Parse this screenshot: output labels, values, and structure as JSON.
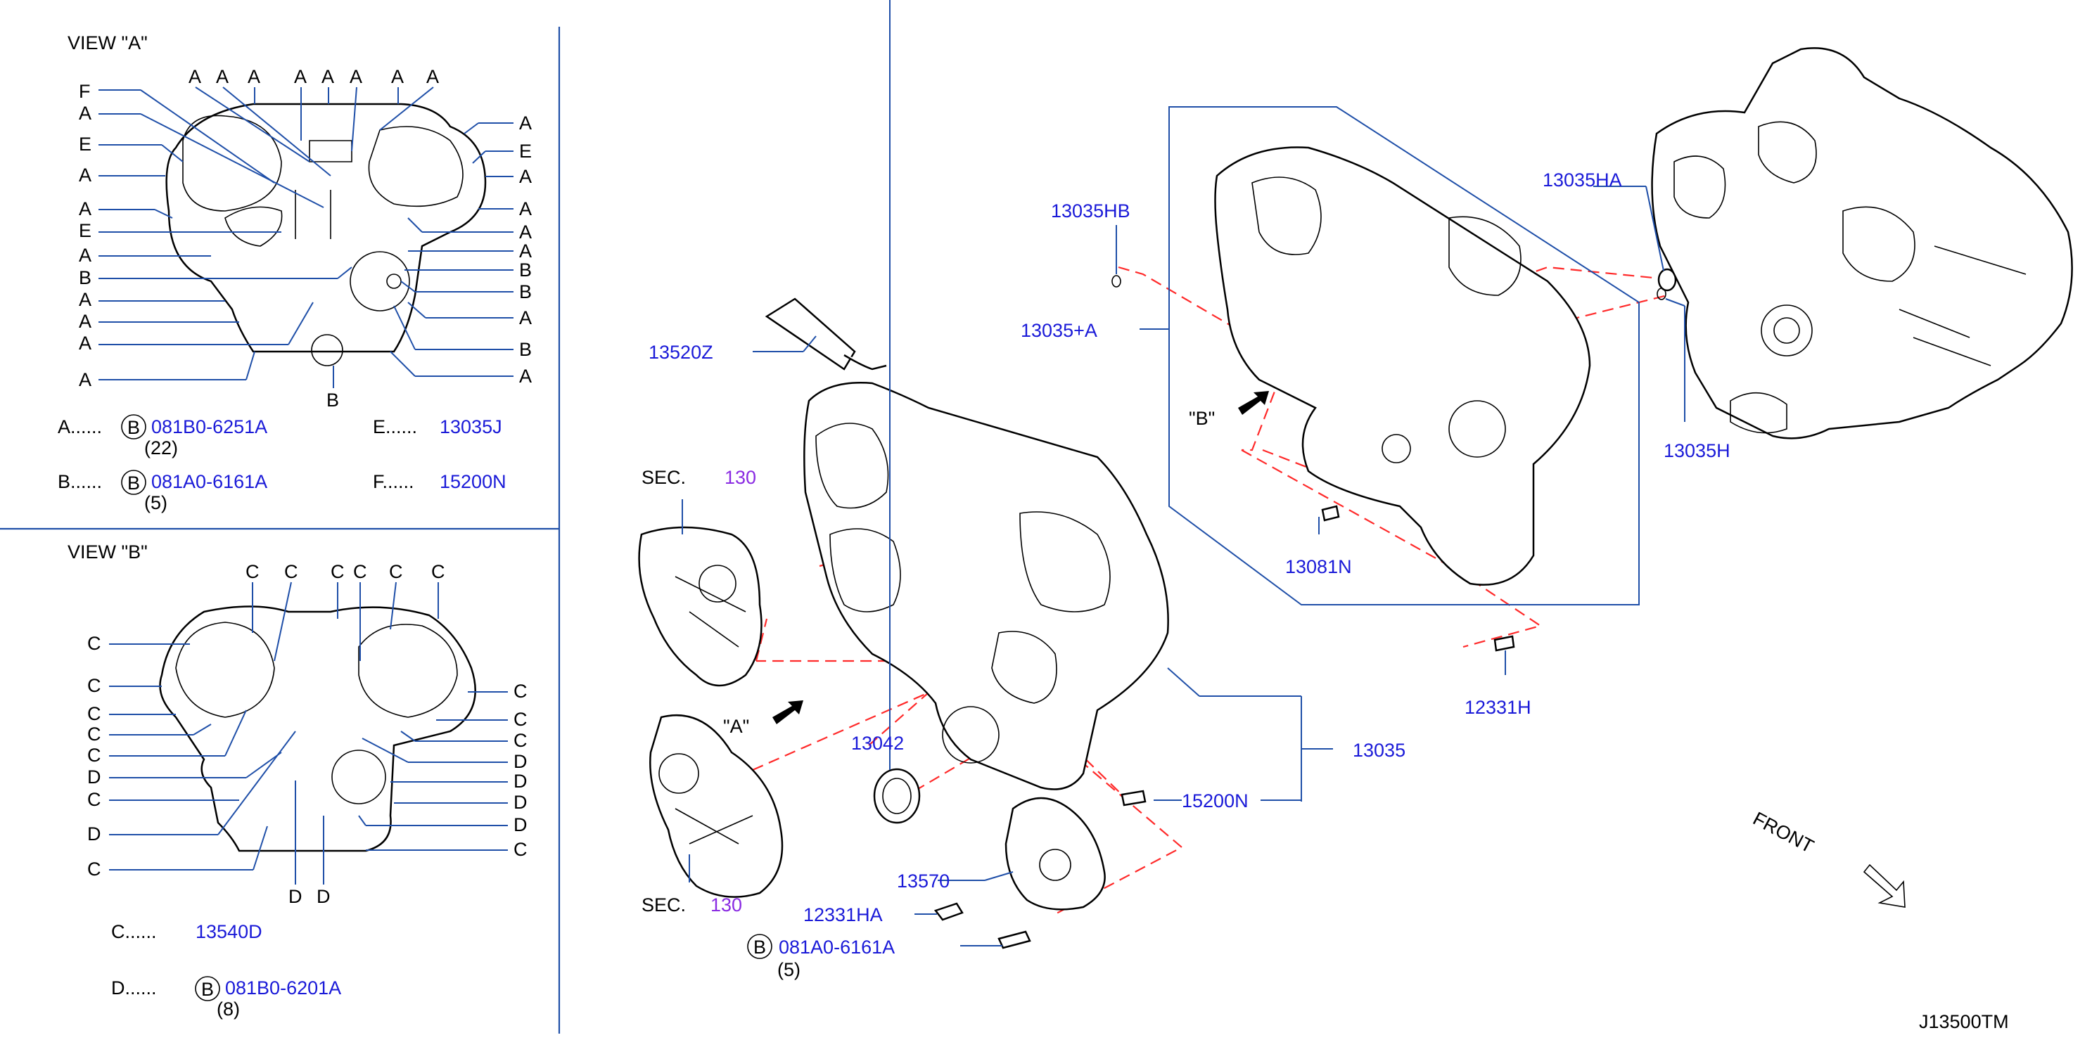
{
  "view_a": {
    "title": "VIEW   \"A\"",
    "top_labels": [
      "A",
      "A",
      "A",
      "A",
      "A",
      "A",
      "A",
      "A"
    ],
    "left_labels": [
      "F",
      "A",
      "E",
      "A",
      "A",
      "E",
      "A",
      "B",
      "A",
      "A",
      "A",
      "A"
    ],
    "right_labels": [
      "A",
      "E",
      "A",
      "A",
      "A",
      "A",
      "B",
      "B",
      "A",
      "B",
      "A"
    ],
    "bottom_label": "B",
    "legend": [
      {
        "key": "A......",
        "bolt": "B",
        "part": "081B0-6251A",
        "qty": "(22)"
      },
      {
        "key": "B......",
        "bolt": "B",
        "part": "081A0-6161A",
        "qty": "(5)"
      },
      {
        "key": "E......",
        "part": "13035J"
      },
      {
        "key": "F......",
        "part": "15200N"
      }
    ]
  },
  "view_b": {
    "title": "VIEW   \"B\"",
    "top_labels": [
      "C",
      "C",
      "C",
      "C",
      "C",
      "C"
    ],
    "left_labels": [
      "C",
      "C",
      "C",
      "C",
      "C",
      "D",
      "C",
      "D",
      "C"
    ],
    "right_labels": [
      "C",
      "C",
      "C",
      "D",
      "D",
      "D",
      "D",
      "C"
    ],
    "bottom_labels": [
      "D",
      "D"
    ],
    "legend": [
      {
        "key": "C......",
        "part": "13540D"
      },
      {
        "key": "D......",
        "bolt": "B",
        "part": "081B0-6201A",
        "qty": "(8)"
      }
    ]
  },
  "main": {
    "sec_top": {
      "prefix": "SEC.",
      "num": "130"
    },
    "sec_bottom": {
      "prefix": "SEC.",
      "num": "130"
    },
    "view_a_marker": "\"A\"",
    "view_b_marker": "\"B\"",
    "front": "FRONT",
    "parts": {
      "p13520Z": "13520Z",
      "p13035HB": "13035HB",
      "p13035A": "13035+A",
      "p13035HA": "13035HA",
      "p13035H": "13035H",
      "p13081N": "13081N",
      "p12331H": "12331H",
      "p13035": "13035",
      "p13042": "13042",
      "p15200N": "15200N",
      "p13570": "13570",
      "p12331HA": "12331HA",
      "p081A0": "081A0-6161A",
      "bolt_symbol": "B",
      "bolt_qty": "(5)"
    },
    "diagram_code": "J13500TM"
  },
  "colors": {
    "part_number": "#1a1ad8",
    "section": "#8a2be2",
    "leader": "#1f4fa8",
    "dashed": "#ff2a2a"
  }
}
